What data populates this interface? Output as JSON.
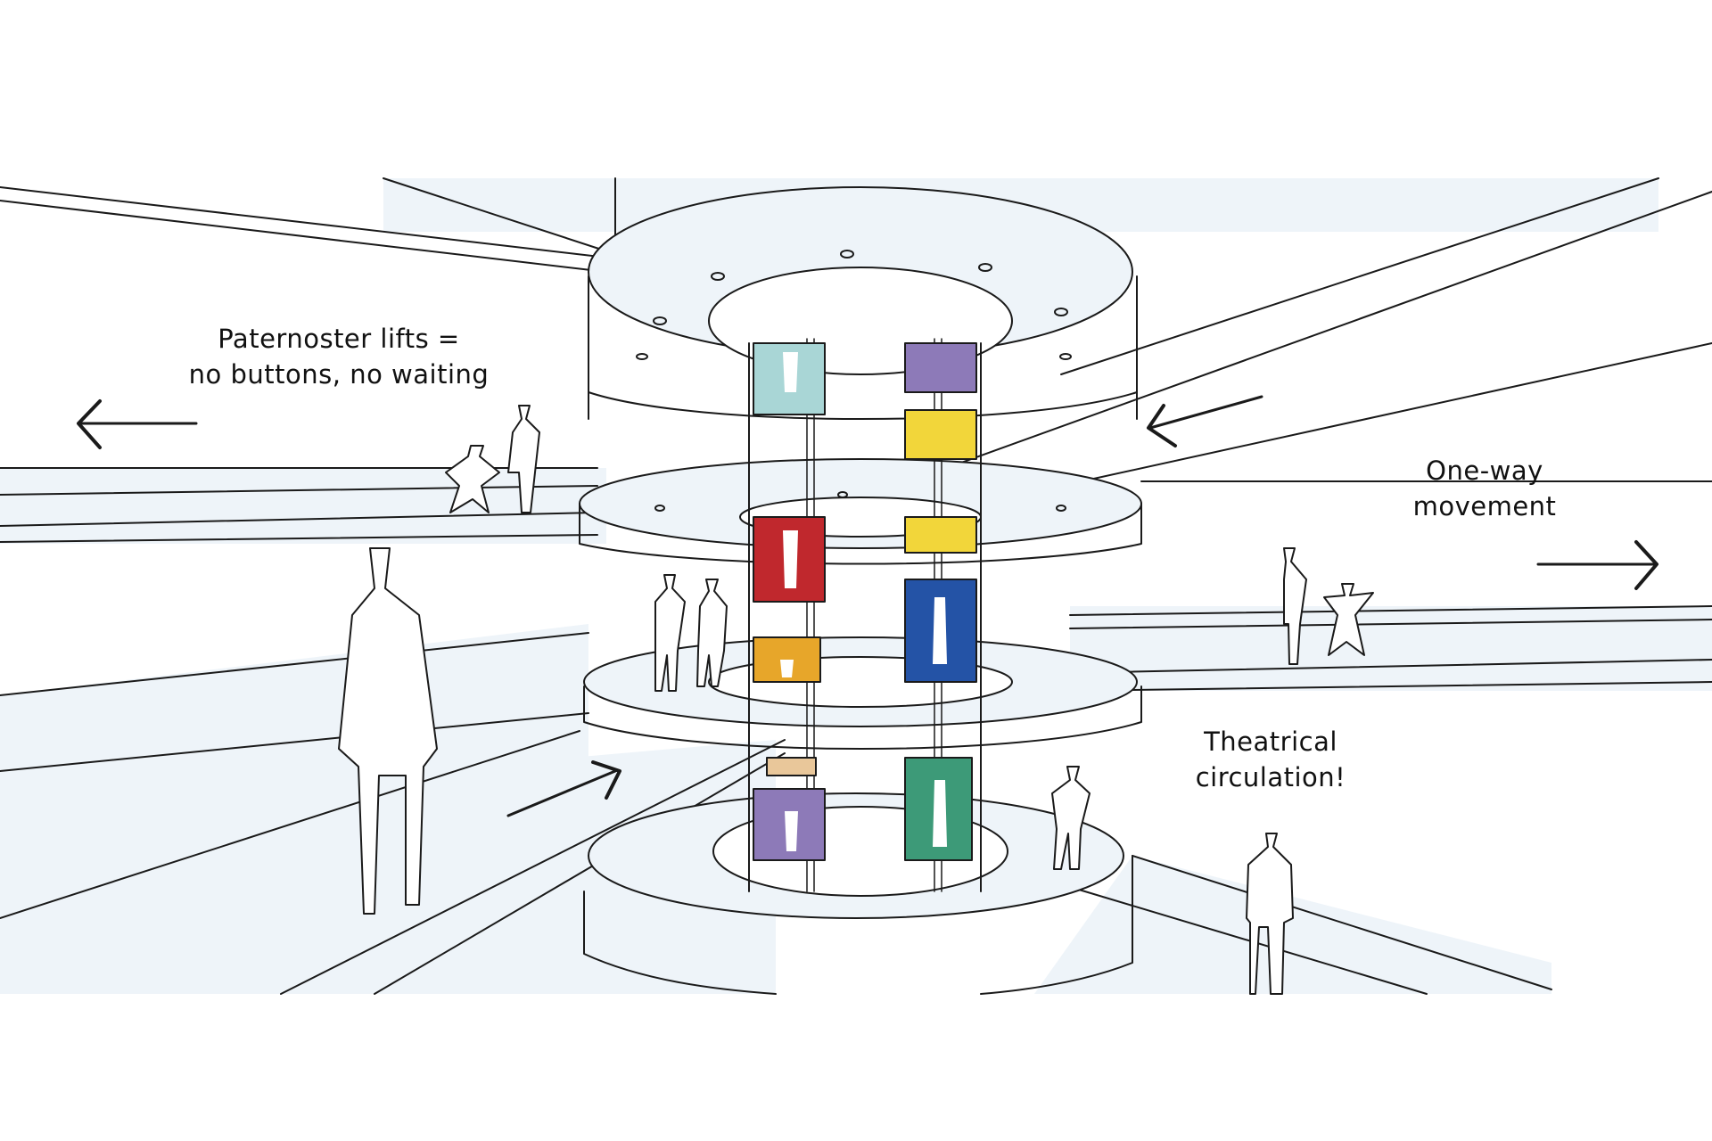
{
  "annotations": {
    "lifts": {
      "line1": "Paternoster lifts =",
      "line2": "no buttons, no waiting"
    },
    "oneway": {
      "line1": "One-way",
      "line2": "movement"
    },
    "theatrical": {
      "line1": "Theatrical",
      "line2": "circulation!"
    }
  },
  "colors": {
    "ink": "#1a1a1a",
    "wash": "#eef4f9",
    "cabin_teal": "#a9d6d6",
    "cabin_purple": "#8d7ab8",
    "cabin_yellow": "#f2d63a",
    "cabin_red": "#c0282d",
    "cabin_pink": "#f0a0a8",
    "cabin_orange": "#e7a62a",
    "cabin_blue": "#2453a6",
    "cabin_green": "#3d9a78",
    "cabin_tan": "#e9c79a"
  },
  "icons": [
    "arrow-left-icon",
    "arrow-right-icon",
    "person-figure-icon"
  ]
}
